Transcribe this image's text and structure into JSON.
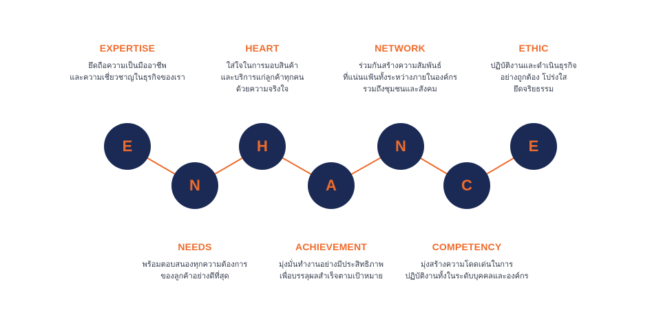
{
  "colors": {
    "accent": "#ef6b2b",
    "node_fill": "#1b2a55",
    "text": "#333a4a"
  },
  "nodes": [
    {
      "letter": "E"
    },
    {
      "letter": "N"
    },
    {
      "letter": "H"
    },
    {
      "letter": "A"
    },
    {
      "letter": "N"
    },
    {
      "letter": "C"
    },
    {
      "letter": "E"
    }
  ],
  "top_blocks": [
    {
      "title": "EXPERTISE",
      "lines": [
        "ยึดถือความเป็นมืออาชีพ",
        "และความเชี่ยวชาญในธุรกิจของเรา"
      ]
    },
    {
      "title": "HEART",
      "lines": [
        "ใส่ใจในการมอบสินค้า",
        "และบริการแก่ลูกค้าทุกคน",
        "ด้วยความจริงใจ"
      ]
    },
    {
      "title": "NETWORK",
      "lines": [
        "ร่วมกันสร้างความสัมพันธ์",
        "ที่แน่นแฟ้นทั้งระหว่างภายในองค์กร",
        "รวมถึงชุมชนและสังคม"
      ]
    },
    {
      "title": "ETHIC",
      "lines": [
        "ปฏิบัติงานและดำเนินธุรกิจ",
        "อย่างถูกต้อง โปร่งใส",
        "ยึดจริยธรรม"
      ]
    }
  ],
  "bottom_blocks": [
    {
      "title": "NEEDS",
      "lines": [
        "พร้อมตอบสนองทุกความต้องการ",
        "ของลูกค้าอย่างดีที่สุด"
      ]
    },
    {
      "title": "ACHIEVEMENT",
      "lines": [
        "มุ่งมั่นทำงานอย่างมีประสิทธิภาพ",
        "เพื่อบรรลุผลสำเร็จตามเป้าหมาย"
      ]
    },
    {
      "title": "COMPETENCY",
      "lines": [
        "มุ่งสร้างความโดดเด่นในการ",
        "ปฏิบัติงานทั้งในระดับบุคคลและองค์กร"
      ]
    }
  ]
}
